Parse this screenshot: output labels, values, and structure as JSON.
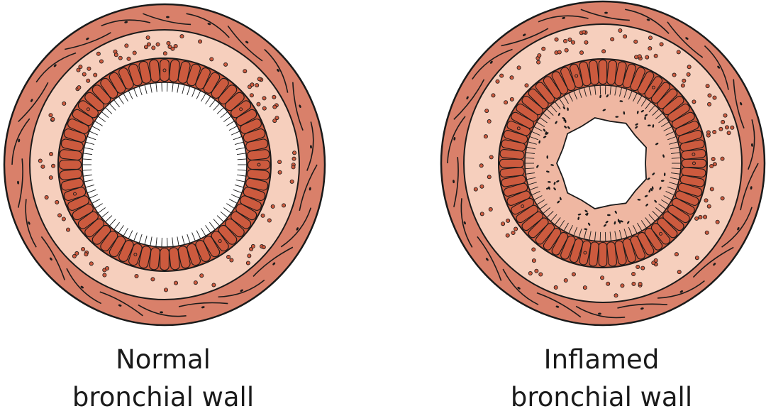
{
  "diagram": {
    "panels": [
      {
        "id": "normal",
        "caption_line1": "Normal",
        "caption_line2": "bronchial wall"
      },
      {
        "id": "inflamed",
        "caption_line1": "Inflamed",
        "caption_line2": "bronchial wall"
      }
    ],
    "colors": {
      "smooth_muscle": "#d9806a",
      "submucosa": "#f6cfbd",
      "epithelium": "#cc5a3e",
      "mucus": "#efb7a2",
      "outline": "#1a1a1a",
      "lumen": "#ffffff"
    }
  }
}
